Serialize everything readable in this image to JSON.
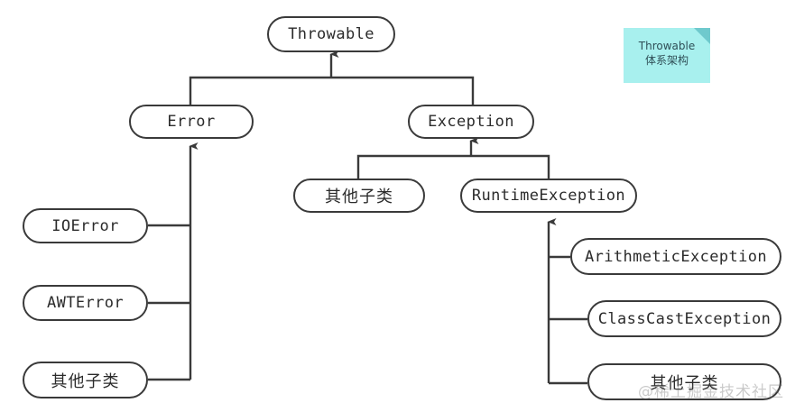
{
  "diagram": {
    "title": "Throwable 体系架构",
    "line_color": "#3a3a3a",
    "node_fill": "#ffffff",
    "sticky_color": "#a8f0ee",
    "sticky_fold_color": "#6fc9cd",
    "nodes": [
      {
        "id": "throwable",
        "label": "Throwable",
        "lang": "en"
      },
      {
        "id": "error",
        "label": "Error",
        "lang": "en"
      },
      {
        "id": "exception",
        "label": "Exception",
        "lang": "en"
      },
      {
        "id": "exception-other",
        "label": "其他子类",
        "lang": "cjk"
      },
      {
        "id": "runtime-exception",
        "label": "RuntimeException",
        "lang": "en"
      },
      {
        "id": "ioerror",
        "label": "IOError",
        "lang": "en"
      },
      {
        "id": "awterror",
        "label": "AWTError",
        "lang": "en"
      },
      {
        "id": "error-other",
        "label": "其他子类",
        "lang": "cjk"
      },
      {
        "id": "arithmetic-exception",
        "label": "ArithmeticException",
        "lang": "en"
      },
      {
        "id": "classcast-exception",
        "label": "ClassCastException",
        "lang": "en"
      },
      {
        "id": "runtime-other",
        "label": "其他子类",
        "lang": "cjk"
      }
    ],
    "edges": [
      {
        "from": "error",
        "to": "throwable"
      },
      {
        "from": "exception",
        "to": "throwable"
      },
      {
        "from": "exception-other",
        "to": "exception"
      },
      {
        "from": "runtime-exception",
        "to": "exception"
      },
      {
        "from": "ioerror",
        "to": "error"
      },
      {
        "from": "awterror",
        "to": "error"
      },
      {
        "from": "error-other",
        "to": "error"
      },
      {
        "from": "arithmetic-exception",
        "to": "runtime-exception"
      },
      {
        "from": "classcast-exception",
        "to": "runtime-exception"
      },
      {
        "from": "runtime-other",
        "to": "runtime-exception"
      }
    ]
  },
  "sticky": {
    "line1": "Throwable",
    "line2": "体系架构"
  },
  "watermark": {
    "text": "@稀土掘金技术社区"
  }
}
